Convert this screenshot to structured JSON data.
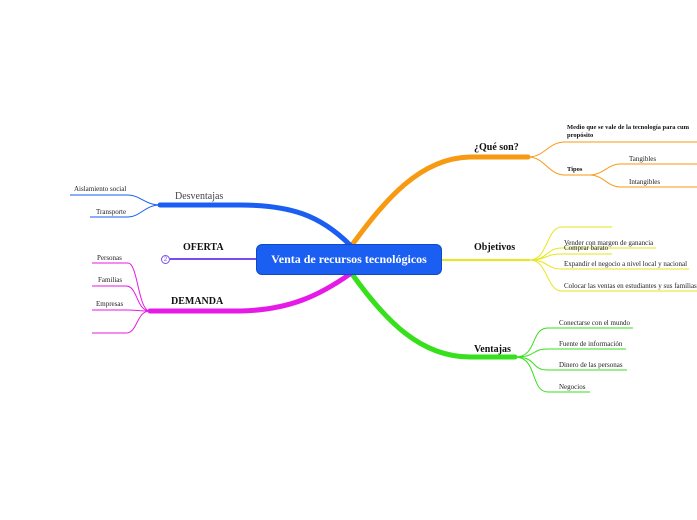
{
  "central": {
    "label": "Venta de recursos tecnológicos"
  },
  "colors": {
    "central_bg": "#1a5ef2",
    "que_son": "#f79a12",
    "objetivos": "#e6e61a",
    "ventajas": "#36e01a",
    "desventajas": "#1a5ef2",
    "oferta": "#7a4cf0",
    "demanda": "#e61ae6"
  },
  "que_son": {
    "label": "¿Qué son?",
    "medio_line1": "Medio que se vale de la tecnología para cum",
    "medio_line2": "propósito",
    "tipos": {
      "label": "Tipos",
      "items": [
        "Tangibles",
        "Intangibles"
      ]
    }
  },
  "objetivos": {
    "label": "Objetivos",
    "items": [
      "Comprar barato",
      "Vender con margen de ganancia",
      "Expandir el negocio a nivel local y nacional",
      "Colocar las ventas en estudiantes y sus familias"
    ]
  },
  "ventajas": {
    "label": "Ventajas",
    "items": [
      "Conectarse con el mundo",
      "Fuente de información",
      "Dinero de las personas",
      "Negocios"
    ]
  },
  "desventajas": {
    "label": "Desventajas",
    "items": [
      "Aislamiento social",
      "Transporte"
    ]
  },
  "oferta": {
    "label": "OFERTA",
    "collapsed_count": "2"
  },
  "demanda": {
    "label": "DEMANDA",
    "items": [
      "Personas",
      "Familias",
      "Empresas"
    ]
  }
}
